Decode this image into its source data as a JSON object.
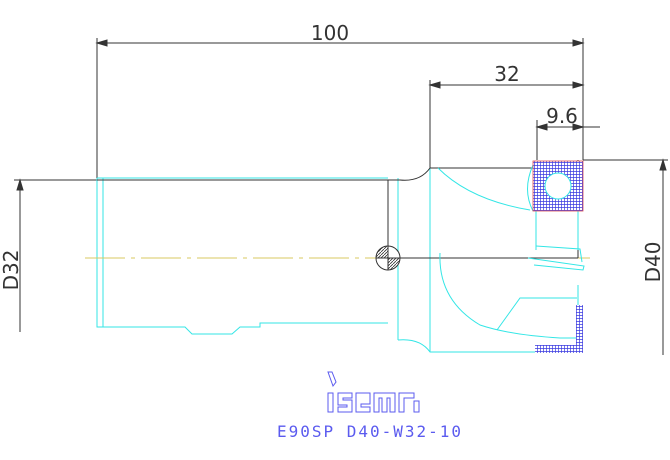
{
  "title": "E90SP D40-W32-10",
  "logo_text": "iscar",
  "dimensions": {
    "overall_length": "100",
    "head_length": "32",
    "insert_width": "9.6",
    "shank_diameter": "D32",
    "cutting_diameter": "D40"
  },
  "colors": {
    "outline": "#33e6e6",
    "dimension": "#333333",
    "insert": "#3a3ae0",
    "text": "#5b5bef"
  }
}
